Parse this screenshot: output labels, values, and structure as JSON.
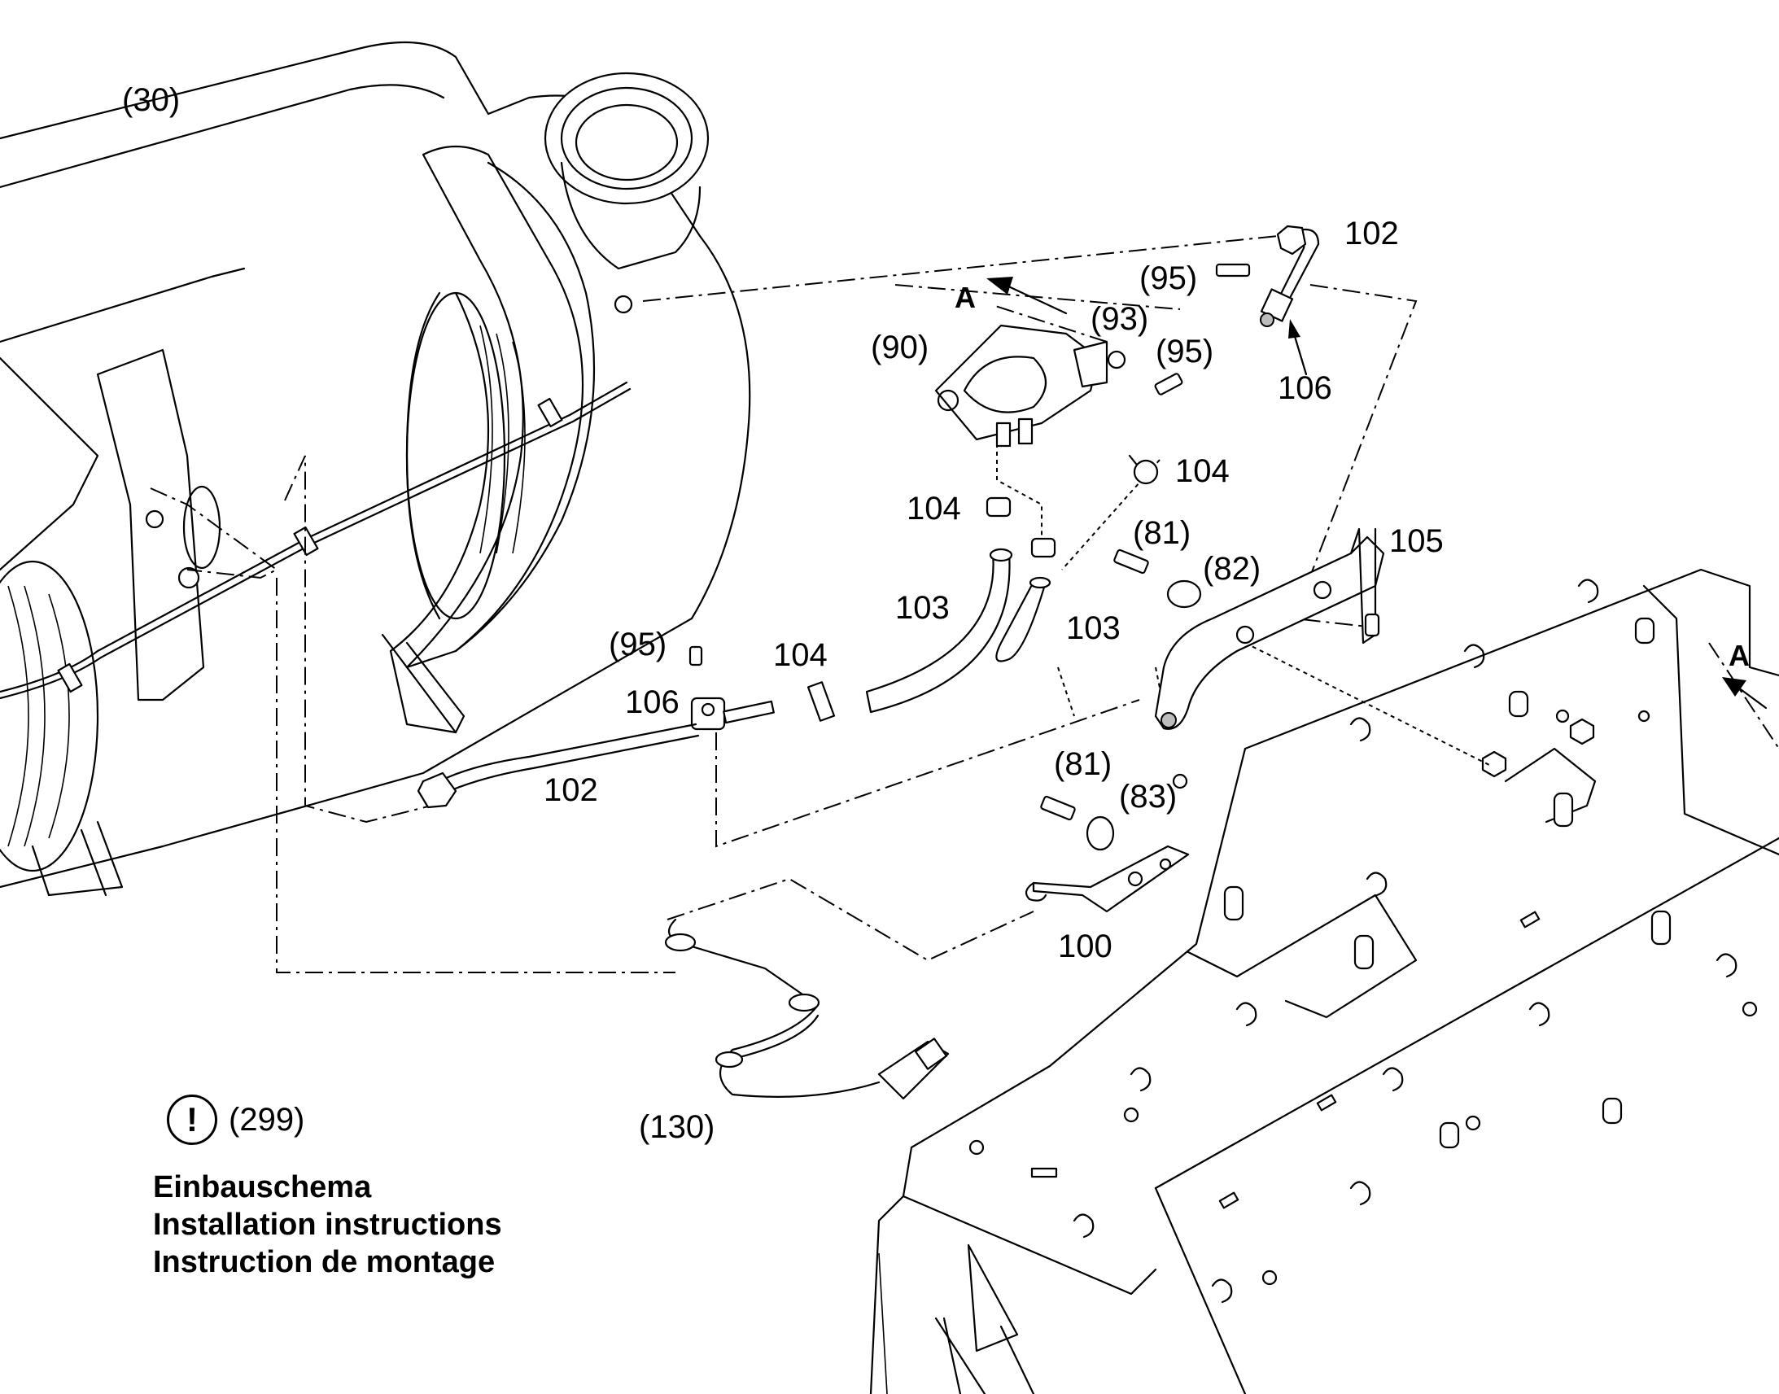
{
  "callouts": {
    "c30": "(30)",
    "c102_top": "102",
    "c95_a": "(95)",
    "cA_top": "A",
    "c93": "(93)",
    "c90": "(90)",
    "c95_b": "(95)",
    "c106_top": "106",
    "c104_a": "104",
    "c104_b": "104",
    "c81_a": "(81)",
    "c105": "105",
    "c82": "(82)",
    "c103_a": "103",
    "c103_b": "103",
    "c95_c": "(95)",
    "c104_c": "104",
    "c106_b": "106",
    "cA_right": "A",
    "c102_b": "102",
    "c81_b": "(81)",
    "c83": "(83)",
    "c100": "100",
    "c130": "(130)"
  },
  "warning": {
    "symbol": "!",
    "ref": "(299)",
    "icon": "warning-circle-icon"
  },
  "notes": {
    "line_de": "Einbauschema",
    "line_en": "Installation instructions",
    "line_fr": "Instruction de montage"
  }
}
